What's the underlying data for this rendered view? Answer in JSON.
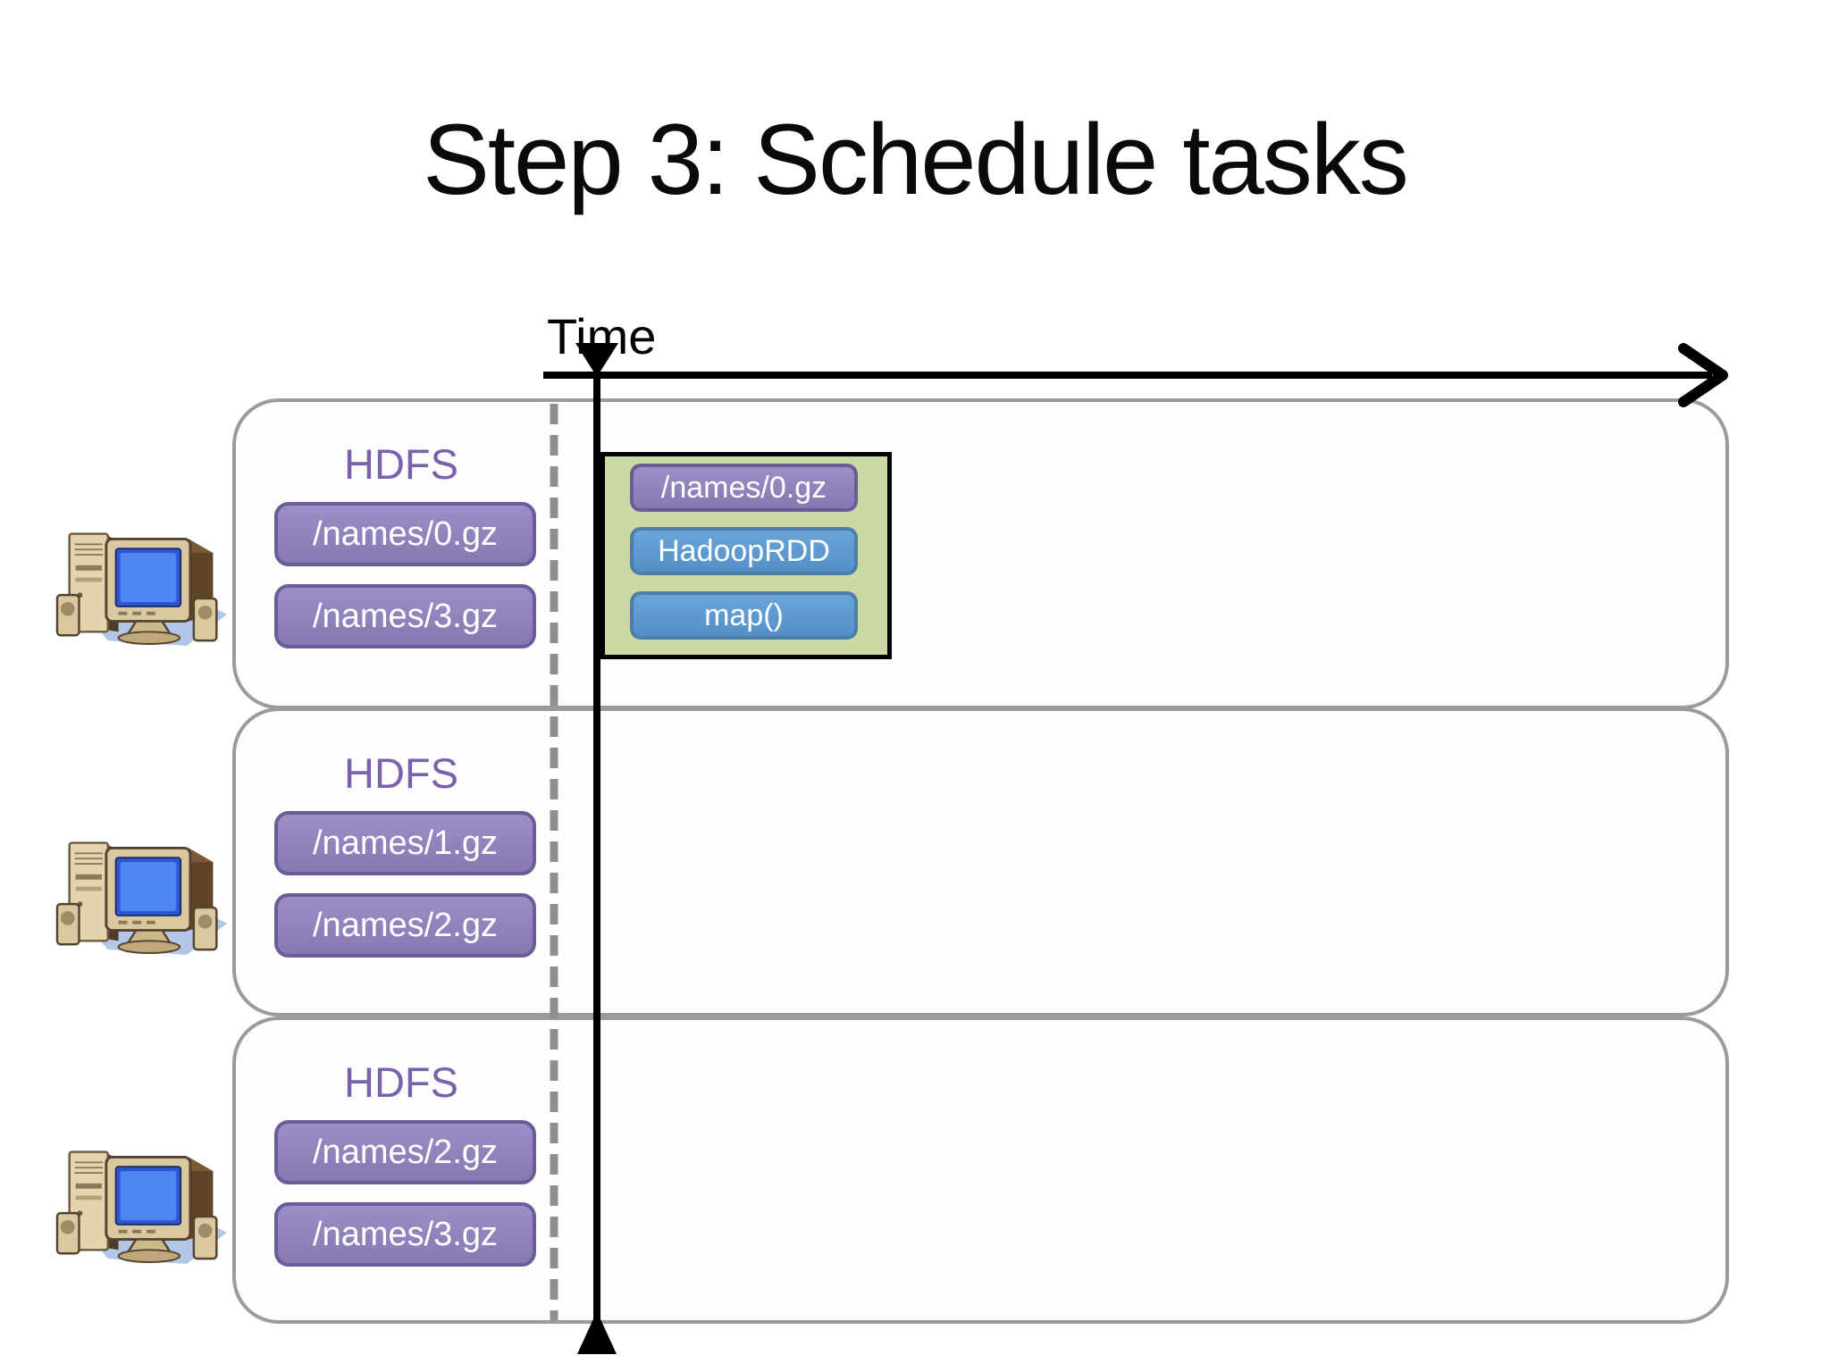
{
  "slide": {
    "title": "Step 3: Schedule tasks"
  },
  "time_axis": {
    "label": "Time"
  },
  "nodes": [
    {
      "icon": "computer-icon",
      "hdfs_label": "HDFS",
      "files": [
        "/names/0.gz",
        "/names/3.gz"
      ]
    },
    {
      "icon": "computer-icon",
      "hdfs_label": "HDFS",
      "files": [
        "/names/1.gz",
        "/names/2.gz"
      ]
    },
    {
      "icon": "computer-icon",
      "hdfs_label": "HDFS",
      "files": [
        "/names/2.gz",
        "/names/3.gz"
      ]
    }
  ],
  "task": {
    "partition_label": "/names/0.gz",
    "stage_labels": [
      "HadoopRDD",
      "map()"
    ]
  },
  "colors": {
    "purple_pill": "#9184bf",
    "purple_pill_border": "#6a5c96",
    "blue_pill": "#5b9ace",
    "blue_pill_border": "#4d7fa9",
    "task_box_bg": "#cdd9a4",
    "task_box_border": "#000000",
    "hdfs_text": "#7b61ab",
    "row_border": "#9b9b9b",
    "dashed_line": "#8f8f8f",
    "axis_line": "#000000",
    "pill_text": "#ffffff"
  }
}
